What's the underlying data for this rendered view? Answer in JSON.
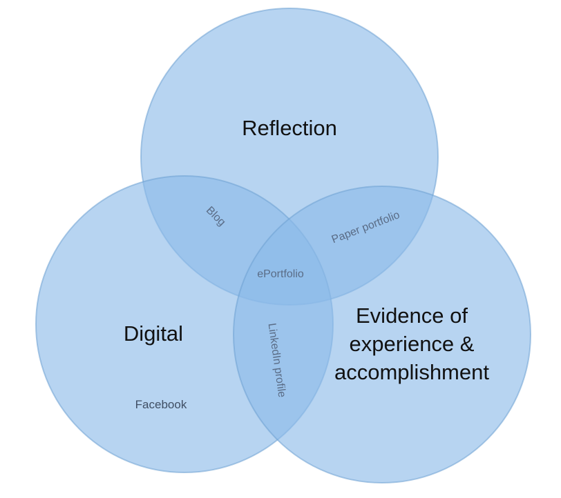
{
  "diagram": {
    "sets": {
      "reflection": "Reflection",
      "digital": "Digital",
      "evidence_line1": "Evidence of",
      "evidence_line2": "experience &",
      "evidence_line3": "accomplishment"
    },
    "overlaps": {
      "reflection_digital": "Blog",
      "reflection_evidence": "Paper portfolio",
      "all_three": "ePortfolio",
      "digital_evidence": "LinkedIn profile"
    },
    "items": {
      "digital_only": "Facebook"
    },
    "colors": {
      "circle_fill": "#8abae8",
      "circle_stroke": "#6ea0d2"
    }
  }
}
